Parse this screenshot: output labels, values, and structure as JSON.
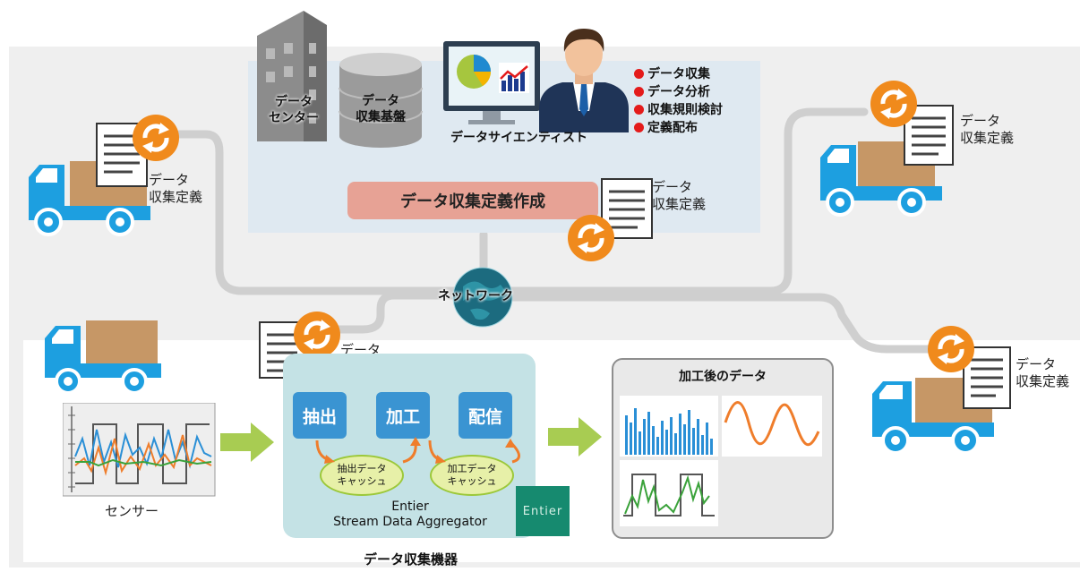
{
  "data_center_label": [
    "データ",
    "センター"
  ],
  "platform_label": [
    "データ",
    "収集基盤"
  ],
  "scientist_label": "データサイエンティスト",
  "scientist_tasks": [
    "データ収集",
    "データ分析",
    "収集規則検討",
    "定義配布"
  ],
  "create_definition_label": "データ収集定義作成",
  "definition_label": [
    "データ",
    "収集定義"
  ],
  "network_label": "ネットワーク",
  "sensor_label": "センサー",
  "stages": [
    "抽出",
    "加工",
    "配信"
  ],
  "caches": [
    [
      "抽出データ",
      "キャッシュ"
    ],
    [
      "加工データ",
      "キャッシュ"
    ]
  ],
  "product_name": [
    "Entier",
    "Stream Data Aggregator"
  ],
  "logo_text": "Entier",
  "processed_title": "加工後のデータ",
  "device_label": "データ収集機器",
  "colors": {
    "truck": "#1d9fe0",
    "cargo": "#c69766",
    "sync": "#f08a1c",
    "arrow": "#a8cc52",
    "stage": "#3a94d2",
    "line": "#cfcfcf",
    "bullet": "#e41b1b"
  }
}
